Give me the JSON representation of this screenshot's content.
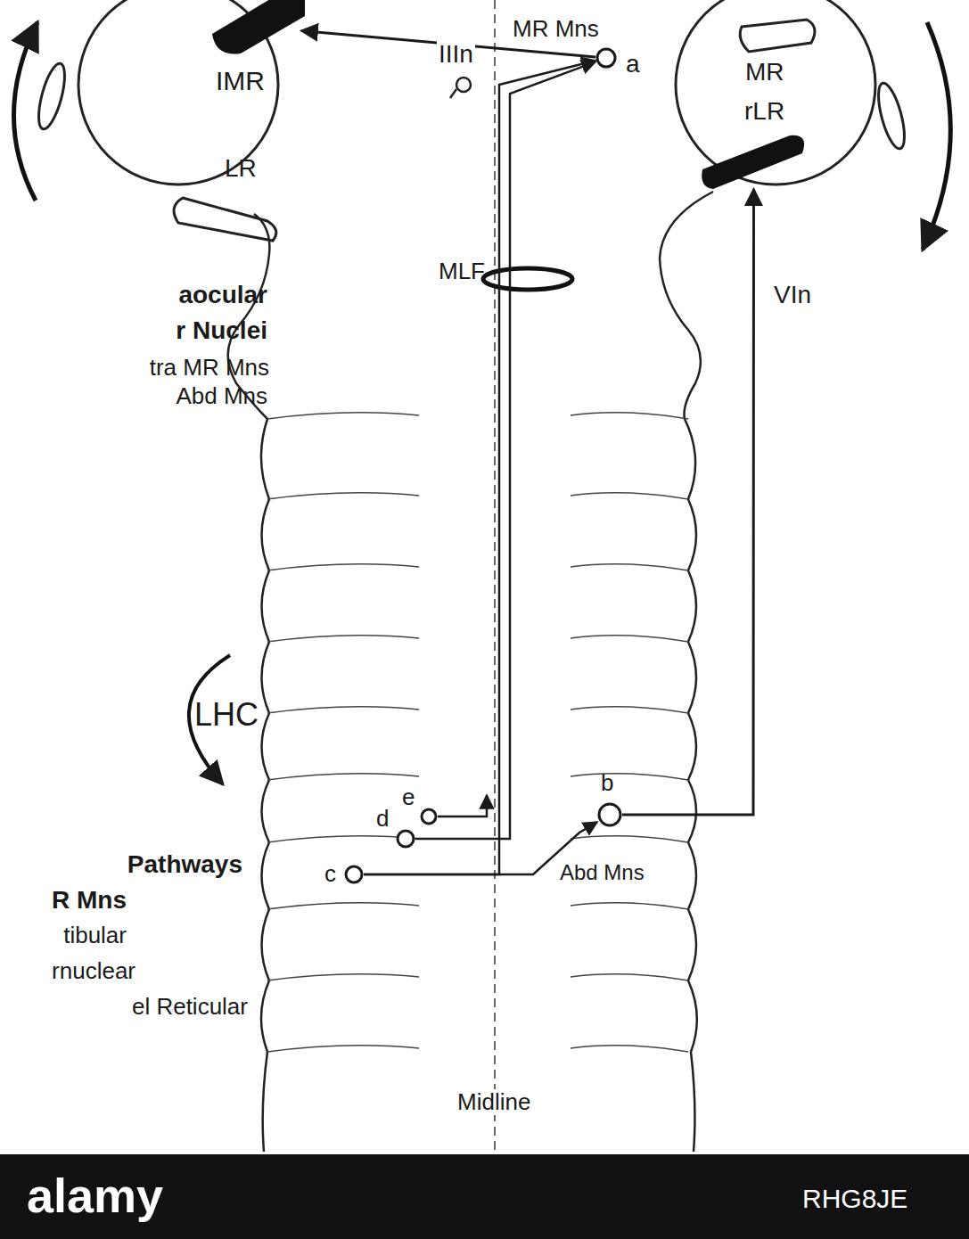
{
  "diagram": {
    "nodes": [
      {
        "text": [
          "IMR"
        ]
      },
      {
        "text": [
          "a"
        ]
      },
      {
        "text": [
          "rLR"
        ]
      },
      {
        "text": [
          "e"
        ]
      },
      {
        "text": [
          "d"
        ]
      },
      {
        "text": [
          "b"
        ]
      },
      {
        "text": [
          "c"
        ]
      }
    ],
    "edges": [
      {
        "from": 1,
        "to": 0,
        "arrow": "to",
        "label": "IIIn"
      },
      {
        "from": 5,
        "to": 2,
        "arrow": "to",
        "label": "VIn"
      },
      {
        "from": 6,
        "to": 5,
        "arrow": "to"
      },
      {
        "from": 6,
        "to": 1,
        "arrow": "to"
      },
      {
        "from": 4,
        "to": 1,
        "arrow": "to"
      }
    ],
    "labels": [
      "MR Mns",
      "LR",
      "MR",
      "MLF",
      "aocular",
      "r Nuclei",
      "tra MR Mns",
      "Abd Mns",
      "LHC",
      "Pathways",
      "R Mns",
      "tibular",
      "rnuclear",
      "el Reticular",
      "Abd Mns",
      "Midline",
      "alamy",
      "RHG8JE"
    ]
  }
}
